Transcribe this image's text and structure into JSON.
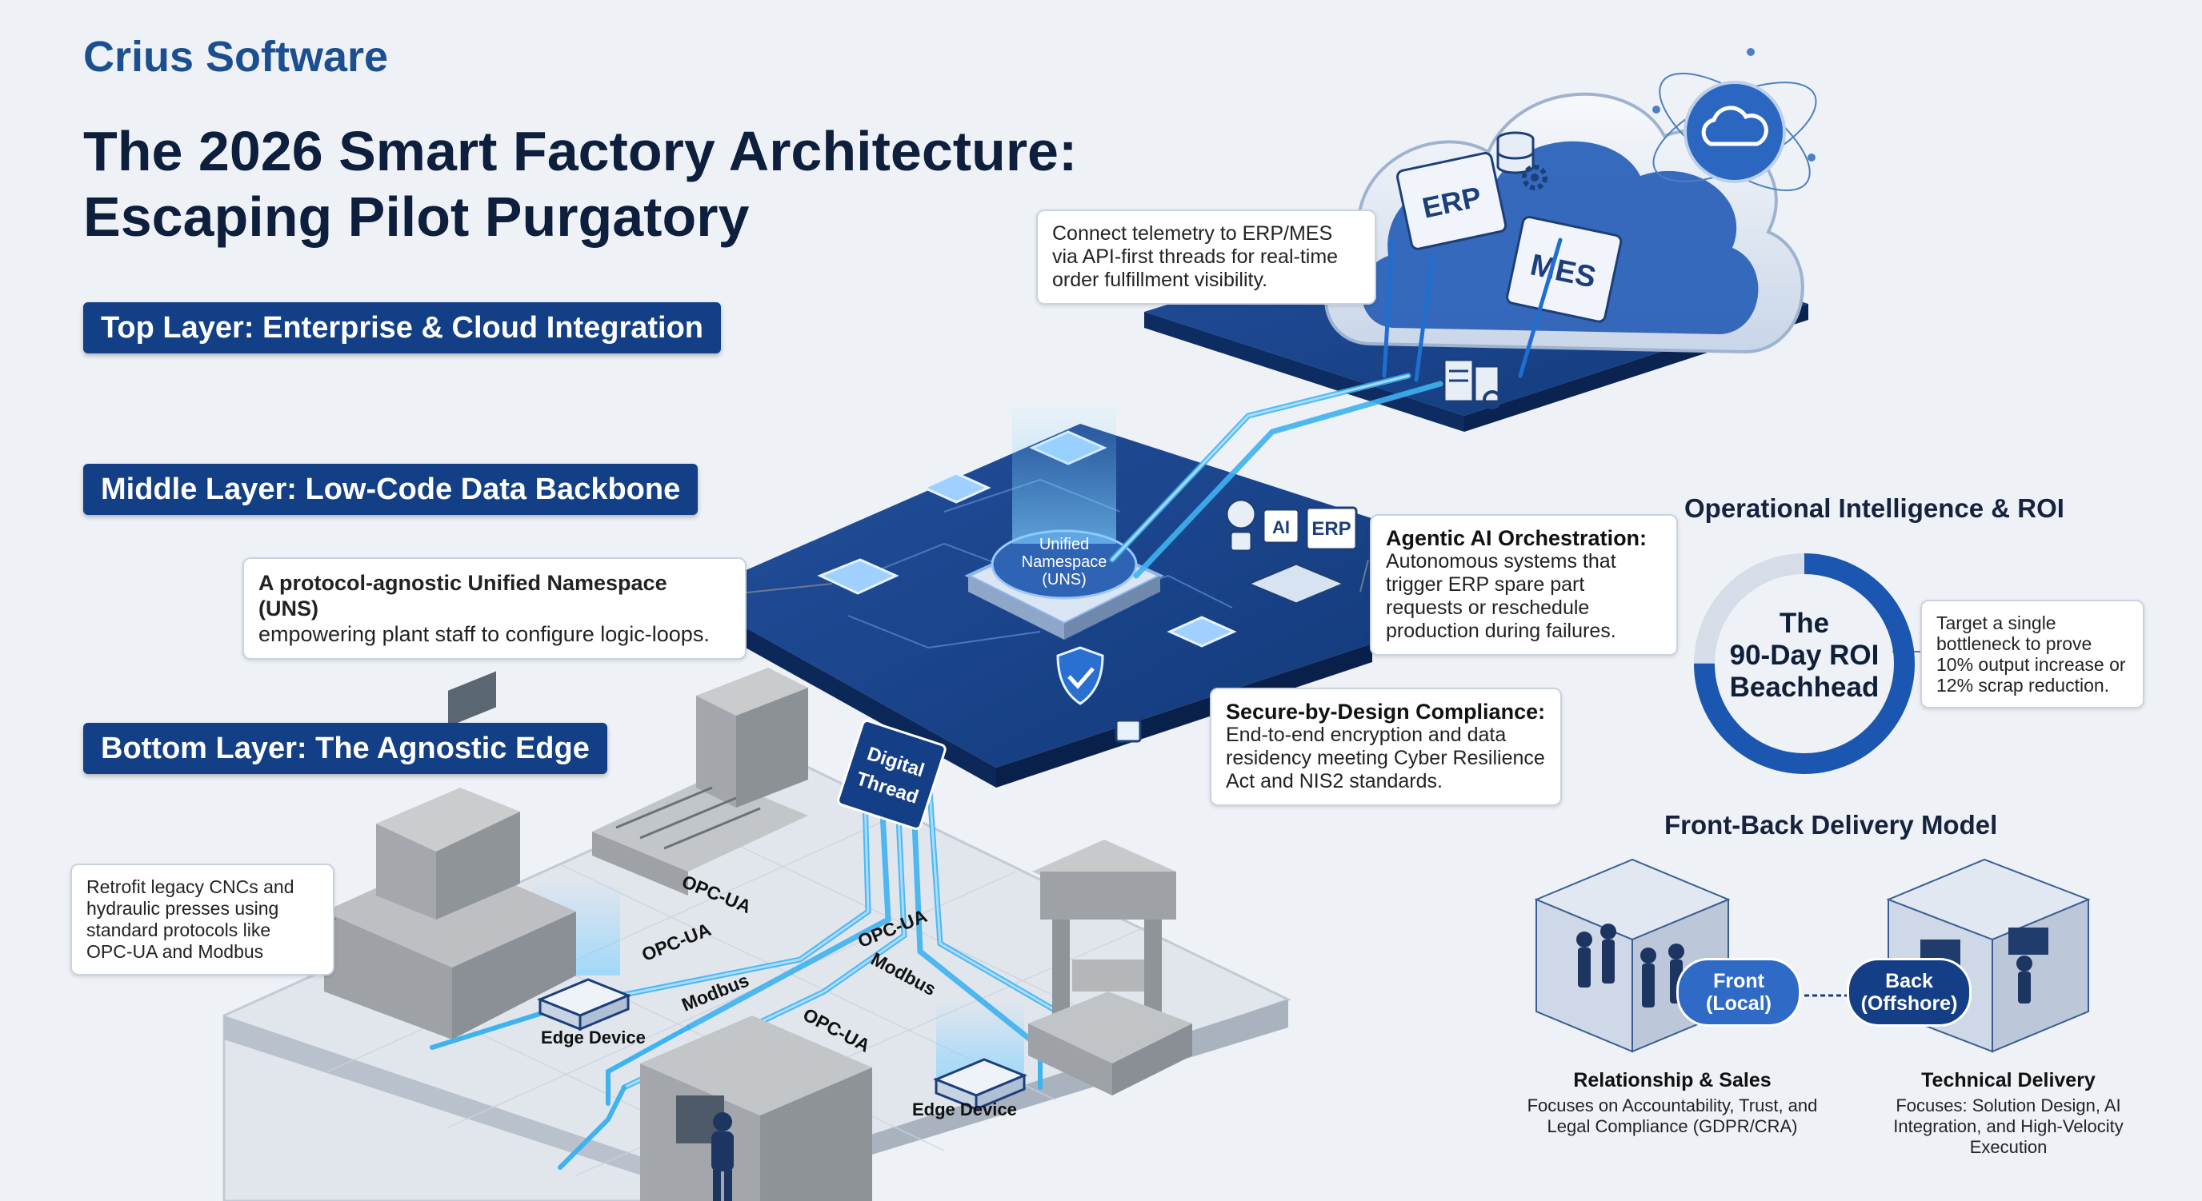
{
  "header": {
    "brand": "Crius Software",
    "title_line1": "The 2026 Smart Factory Architecture:",
    "title_line2": "Escaping Pilot Purgatory"
  },
  "layers": {
    "top": "Top Layer: Enterprise & Cloud Integration",
    "middle": "Middle Layer: Low-Code Data Backbone",
    "bottom": "Bottom Layer: The Agnostic Edge"
  },
  "cloud": {
    "erp": "ERP",
    "mes": "MES",
    "callout": "Connect telemetry to ERP/MES via API-first threads for real-time order fulfillment visibility."
  },
  "backbone": {
    "uns_label": "Unified Namespace (UNS)",
    "uns_callout_line1": "A protocol-agnostic Unified Namespace (UNS)",
    "uns_callout_line2": "empowering plant staff to configure logic-loops.",
    "ai_badge": "AI",
    "erp_badge": "ERP",
    "agentic_title": "Agentic AI Orchestration:",
    "agentic_text": "Autonomous systems that trigger ERP spare part requests or reschedule production during failures.",
    "secure_title": "Secure-by-Design Compliance:",
    "secure_text": "End-to-end encryption and data residency meeting Cyber Resilience Act and NIS2 standards.",
    "digital_thread": "Digital Thread"
  },
  "edge": {
    "retrofit_callout": "Retrofit legacy CNCs and hydraulic presses using standard protocols like OPC-UA and Modbus",
    "edge_device_1": "Edge Device",
    "edge_device_2": "Edge Device",
    "protocols": [
      "OPC-UA",
      "OPC-UA",
      "Modbus",
      "OPC-UA",
      "OPC-UA",
      "Modbus"
    ]
  },
  "roi": {
    "title": "Operational Intelligence & ROI",
    "donut_line1": "The",
    "donut_line2": "90-Day ROI",
    "donut_line3": "Beachhead",
    "donut_fill_fraction": 0.75,
    "callout": "Target a single bottleneck to prove 10% output increase or 12% scrap reduction."
  },
  "delivery": {
    "title": "Front-Back Delivery Model",
    "front_label": "Front (Local)",
    "back_label": "Back (Offshore)",
    "front_title": "Relationship & Sales",
    "front_text": "Focuses on Accountability, Trust, and Legal Compliance (GDPR/CRA)",
    "back_title": "Technical Delivery",
    "back_text": "Focuses: Solution Design, AI Integration, and High-Velocity Execution"
  },
  "icons": [
    "cloud-icon",
    "database-icon",
    "gear-icon",
    "server-icon",
    "shield-icon",
    "lock-icon",
    "robot-icon",
    "chip-icon"
  ],
  "colors": {
    "accent": "#123f86",
    "platform": "#1c4a9a",
    "thread": "#3fb2f0",
    "floor": "#dfe4ea",
    "background": "#eef2f7"
  }
}
